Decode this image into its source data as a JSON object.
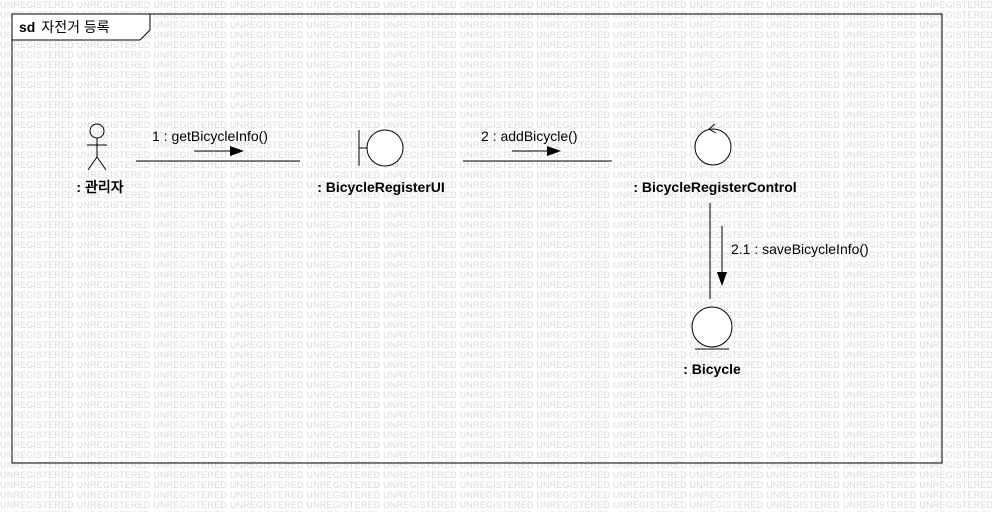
{
  "watermark": "UNREGISTERED",
  "frame": {
    "keyword": "sd",
    "title": "자전거 등록"
  },
  "lifelines": {
    "actor": ": 관리자",
    "boundary": ": BicycleRegisterUI",
    "control": ": BicycleRegisterControl",
    "entity": ": Bicycle"
  },
  "messages": [
    {
      "label": "1 : getBicycleInfo()"
    },
    {
      "label": "2 : addBicycle()"
    },
    {
      "label": "2.1 : saveBicycleInfo()"
    }
  ]
}
